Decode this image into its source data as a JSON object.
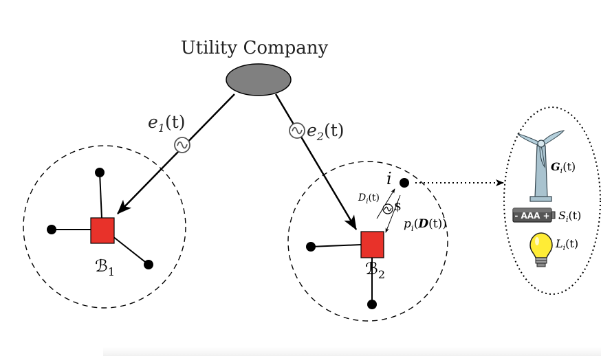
{
  "utility": {
    "label": "Utility Company"
  },
  "links": {
    "e1": {
      "base": "e",
      "sub": "1",
      "arg": "(t)"
    },
    "e2": {
      "base": "e",
      "sub": "2",
      "arg": "(t)"
    },
    "ac_symbol": "∿"
  },
  "buildings": {
    "b1": {
      "base": "ℬ",
      "sub": "1"
    },
    "b2": {
      "base": "ℬ",
      "sub": "2"
    }
  },
  "node": {
    "label": "i",
    "demand": {
      "base": "D",
      "sub": "i",
      "arg": "(t)"
    },
    "price": {
      "base": "p",
      "sub": "i",
      "arg": "(",
      "bold": "D",
      "tail": "(t))"
    },
    "dollar": "$"
  },
  "resources": {
    "generation": {
      "base": "G",
      "sub": "i",
      "arg": "(t)"
    },
    "storage": {
      "base": "S",
      "sub": "i",
      "arg": "(t)"
    },
    "load": {
      "base": "L",
      "sub": "i",
      "arg": "(t)"
    },
    "battery_label": "- AAA +"
  },
  "colors": {
    "utility_fill": "#808080",
    "building_fill": "#e8322a",
    "turbine_fill": "#a9c3cf",
    "bulb_fill": "#ffec36",
    "battery_fill": "#555555"
  }
}
